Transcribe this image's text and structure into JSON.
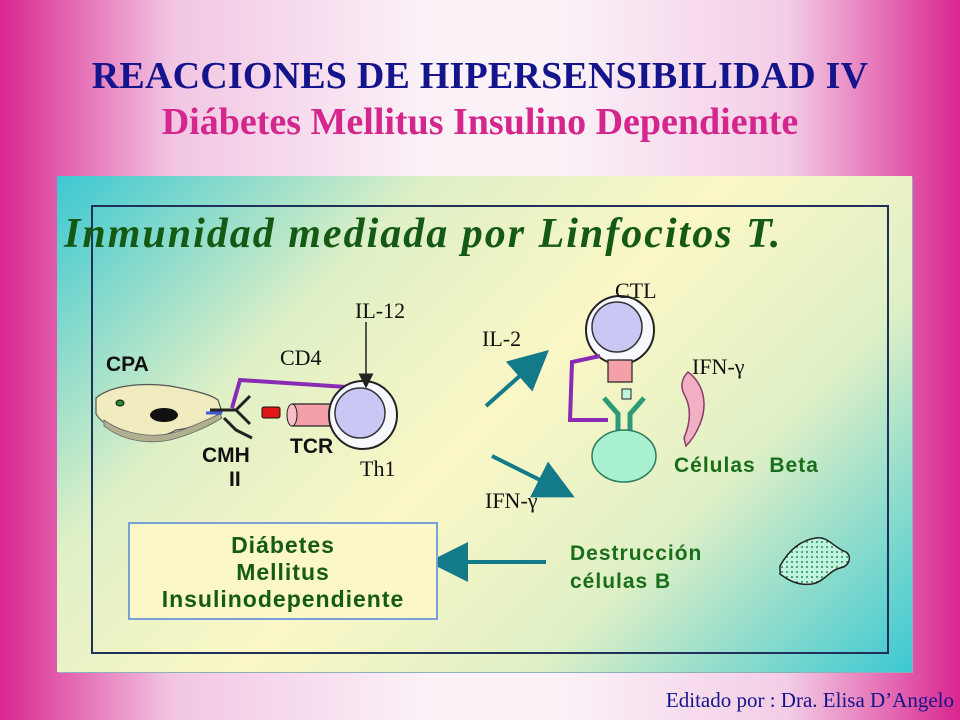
{
  "title": "REACCIONES DE HIPERSENSIBILIDAD IV",
  "subtitle": "Diábetes Mellitus Insulino Dependiente",
  "heading": "Inmunidad mediada por Linfocitos T.",
  "labels": {
    "cpa": "CPA",
    "cd4": "CD4",
    "il12": "IL-12",
    "cmh": "CMH",
    "cmh_class": "II",
    "tcr": "TCR",
    "th1": "Th1",
    "il2": "IL-2",
    "ifn_bottom": "IFN-γ",
    "ctl": "CTL",
    "ifn_right": "IFN-γ",
    "beta_cells": "Células  Beta",
    "destruction_line1": "Destrucción",
    "destruction_line2": "células B"
  },
  "outcome_box": {
    "line1": "Diábetes",
    "line2": "Mellitus",
    "line3": "Insulinodependiente"
  },
  "footer": "Editado por : Dra. Elisa D’Angelo",
  "colors": {
    "title_blue": "#14148c",
    "subtitle_magenta": "#d4268c",
    "arrow_teal": "#137a8a",
    "text_green": "#1a6e1a",
    "cell_lavender": "#c9c8f4",
    "beta_cell_green": "#a8f0d0",
    "receptor_pink": "#f4a0a8",
    "link_purple": "#8a2bb5"
  }
}
